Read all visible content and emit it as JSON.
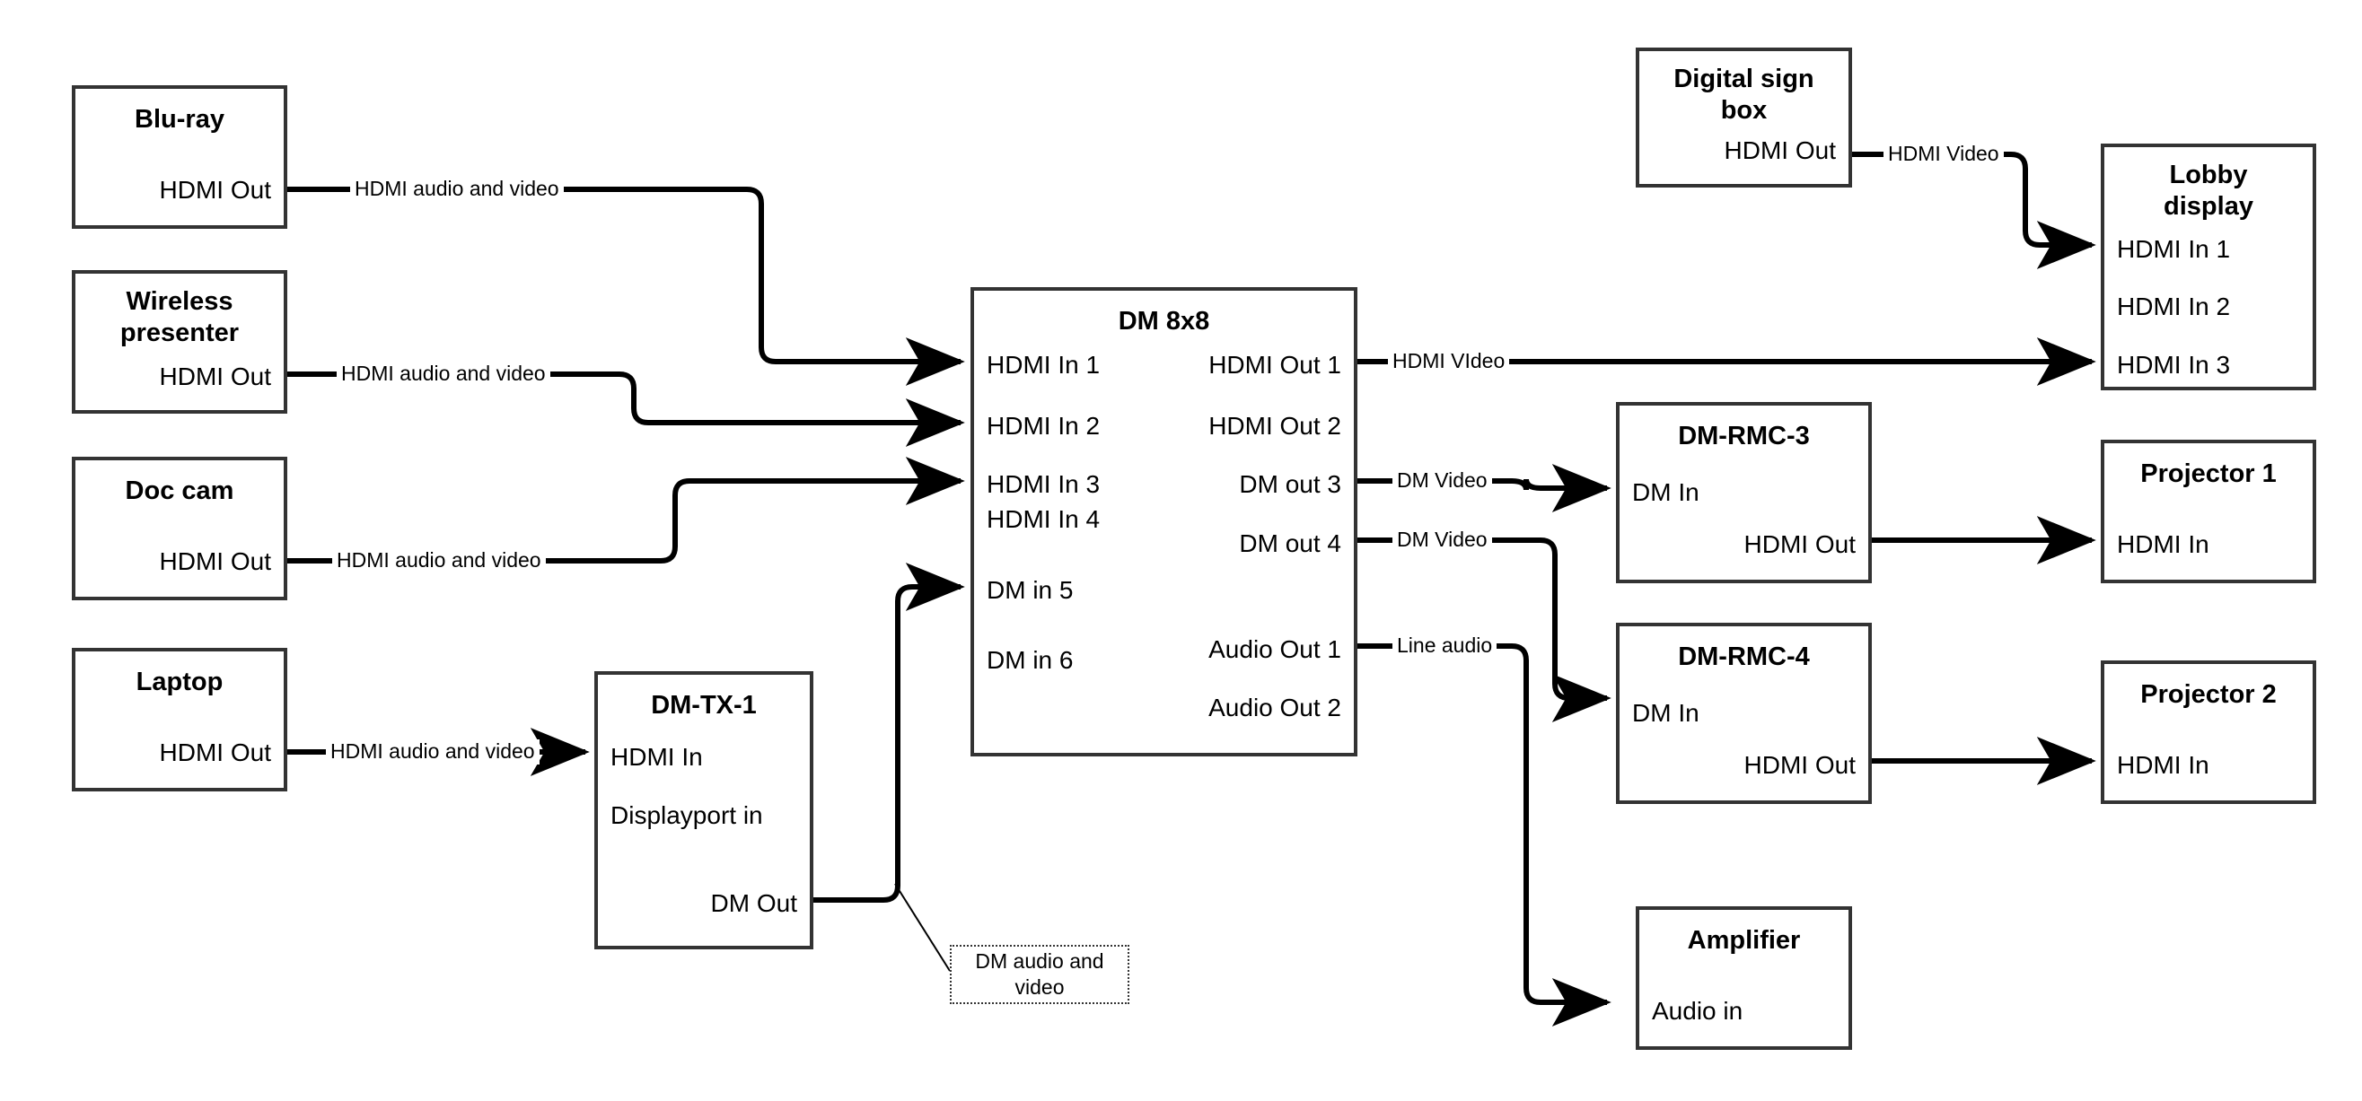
{
  "diagram": {
    "title": "AV signal flow block diagram",
    "line_color": "#000000",
    "box_border_color": "#333333",
    "background": "#ffffff"
  },
  "nodes": {
    "bluray": {
      "title": "Blu-ray",
      "ports_right": [
        "HDMI Out"
      ]
    },
    "wireless": {
      "title": "Wireless presenter",
      "ports_right": [
        "HDMI Out"
      ]
    },
    "doccam": {
      "title": "Doc cam",
      "ports_right": [
        "HDMI Out"
      ]
    },
    "laptop": {
      "title": "Laptop",
      "ports_right": [
        "HDMI Out"
      ]
    },
    "dmtx1": {
      "title": "DM-TX-1",
      "ports_left": [
        "HDMI In",
        "Displayport in"
      ],
      "ports_right": [
        "DM Out"
      ]
    },
    "dm8x8": {
      "title": "DM 8x8",
      "ports_left": [
        "HDMI In 1",
        "HDMI In 2",
        "HDMI In 3",
        "HDMI In 4",
        "DM in 5",
        "DM in 6"
      ],
      "ports_right": [
        "HDMI Out 1",
        "HDMI Out 2",
        "DM out 3",
        "DM out 4",
        "Audio Out 1",
        "Audio Out 2"
      ]
    },
    "digitalsign": {
      "title": "Digital sign box",
      "ports_right": [
        "HDMI Out"
      ]
    },
    "lobbydisplay": {
      "title": "Lobby display",
      "ports_left": [
        "HDMI In 1",
        "HDMI In 2",
        "HDMI In 3"
      ]
    },
    "dmrmc3": {
      "title": "DM-RMC-3",
      "ports_left": [
        "DM In"
      ],
      "ports_right": [
        "HDMI Out"
      ]
    },
    "dmrmc4": {
      "title": "DM-RMC-4",
      "ports_left": [
        "DM In"
      ],
      "ports_right": [
        "HDMI Out"
      ]
    },
    "projector1": {
      "title": "Projector 1",
      "ports_left": [
        "HDMI In"
      ]
    },
    "projector2": {
      "title": "Projector 2",
      "ports_left": [
        "HDMI In"
      ]
    },
    "amplifier": {
      "title": "Amplifier",
      "ports_left": [
        "Audio in"
      ]
    }
  },
  "edge_labels": {
    "bluray_to_in1": "HDMI audio and video",
    "wireless_to_in2": "HDMI audio and video",
    "doccam_to_in3": "HDMI audio and video",
    "laptop_to_dmtx1": "HDMI audio and video",
    "sign_to_lobby": "HDMI Video",
    "hdmiout1_to_lobby": "HDMI VIdeo",
    "dmout3_to_rmc3": "DM Video",
    "dmout4_to_rmc4": "DM Video",
    "audioout1_to_amp": "Line audio"
  },
  "notes": {
    "dm_cable_note": "DM audio and video"
  }
}
